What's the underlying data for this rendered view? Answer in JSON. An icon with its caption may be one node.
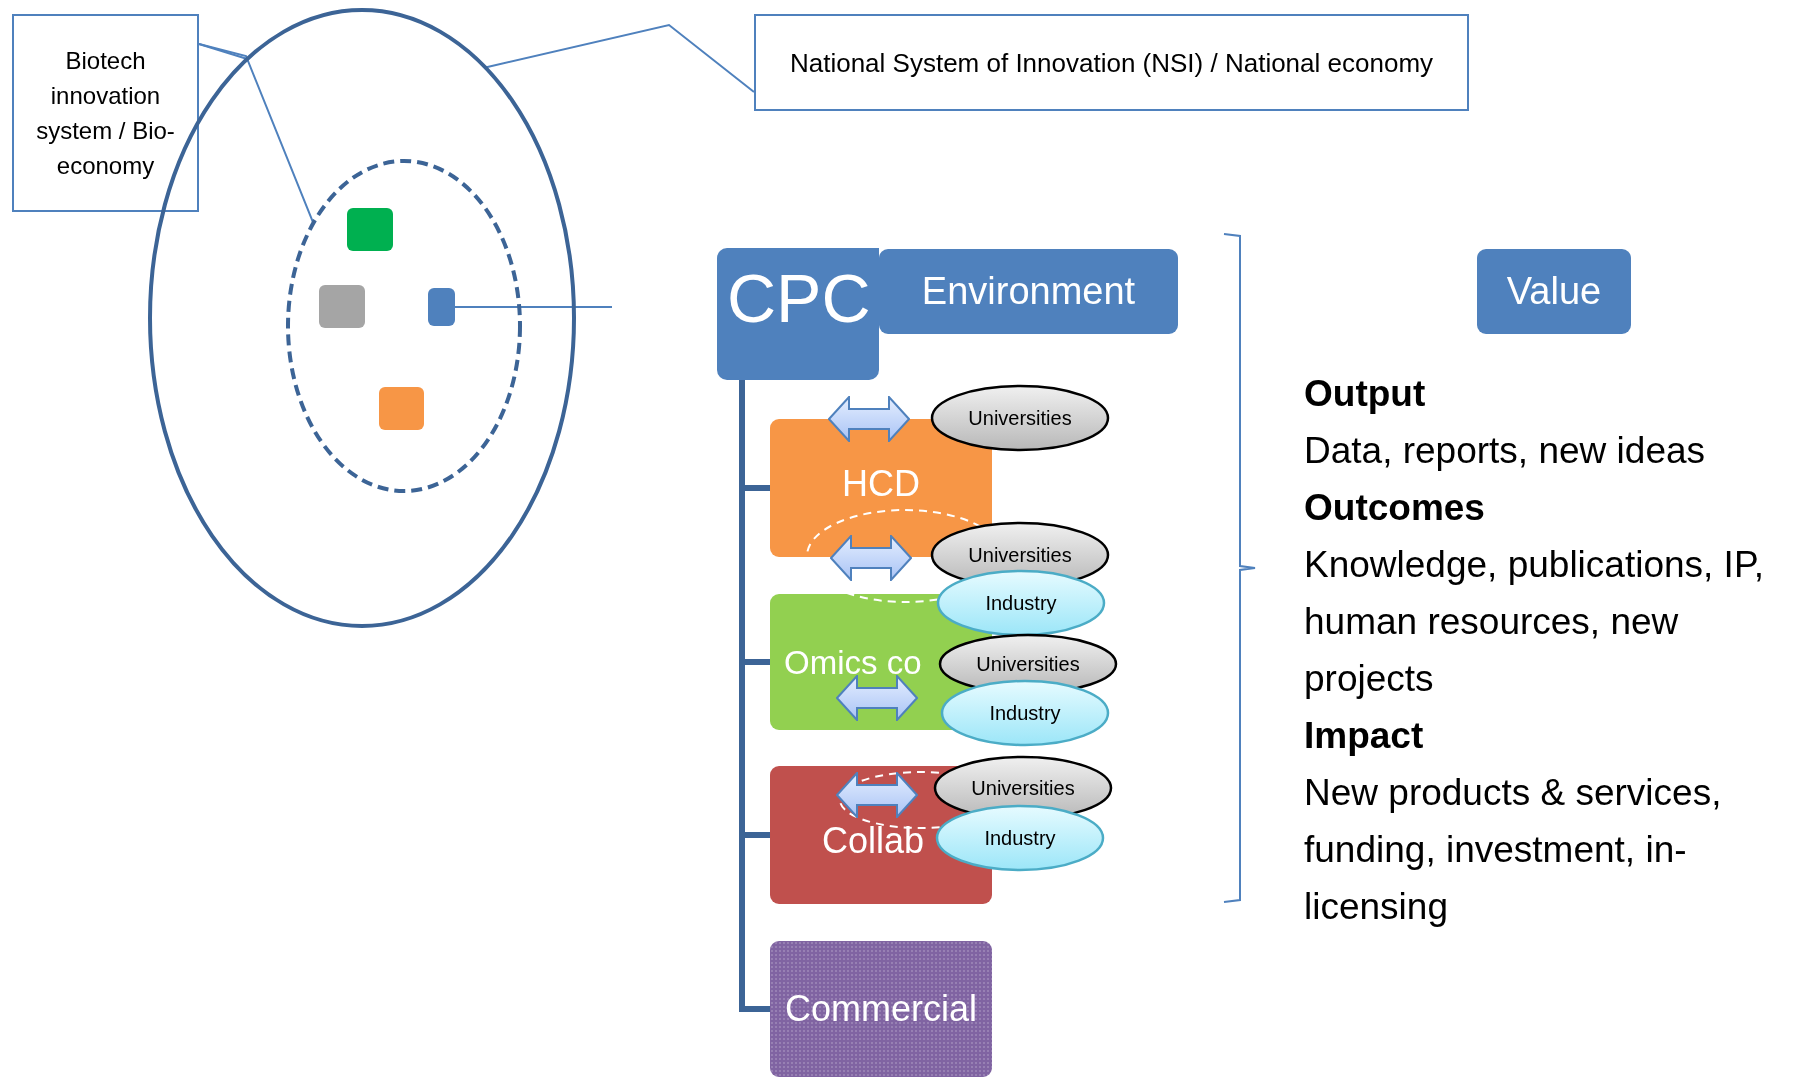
{
  "diagram": {
    "nodes": [
      {
        "text": [
          "Biotech innovation system / Bio-economy"
        ]
      },
      {
        "text": [
          "National System of Innovation (NSI) / National economy"
        ]
      },
      {
        "text": [],
        "shape": "circle"
      },
      {
        "text": [],
        "shape": "circle",
        "in": 2
      },
      {
        "text": [],
        "shape": "box",
        "in": 3
      },
      {
        "text": [],
        "shape": "box",
        "in": 3
      },
      {
        "text": [],
        "shape": "box",
        "in": 3
      },
      {
        "text": [],
        "shape": "box",
        "in": 3
      },
      {
        "text": [
          "CPC"
        ]
      },
      {
        "text": [
          "Environment"
        ]
      },
      {
        "text": [
          "Value"
        ]
      },
      {
        "text": [
          "HCD"
        ]
      },
      {
        "text": [
          "Omics co"
        ]
      },
      {
        "text": [
          "Collab"
        ]
      },
      {
        "text": [
          "Commercial"
        ]
      },
      {
        "text": [
          "Universities"
        ]
      },
      {
        "text": [
          "Universities"
        ]
      },
      {
        "text": [
          "Industry"
        ]
      },
      {
        "text": [
          "Universities"
        ]
      },
      {
        "text": [
          "Industry"
        ]
      },
      {
        "text": [
          "Universities"
        ]
      },
      {
        "text": [
          "Industry"
        ]
      }
    ],
    "edges": [
      {
        "from": 0,
        "to": 2,
        "arrow": "none"
      },
      {
        "from": 0,
        "to": 3,
        "arrow": "none"
      },
      {
        "from": 2,
        "to": 1,
        "arrow": "none"
      },
      {
        "from": 6,
        "to": null,
        "arrow": "none"
      },
      {
        "from": 8,
        "to": 11,
        "arrow": "none",
        "style": "thick",
        "color": "#3c6496"
      },
      {
        "from": 8,
        "to": 12,
        "arrow": "none",
        "style": "thick",
        "color": "#3c6496"
      },
      {
        "from": 8,
        "to": 13,
        "arrow": "none",
        "style": "thick",
        "color": "#3c6496"
      },
      {
        "from": 8,
        "to": 14,
        "arrow": "none",
        "style": "thick",
        "color": "#3c6496"
      }
    ],
    "labels": [
      "Output",
      "Data, reports, new ideas",
      "Outcomes",
      "Knowledge, publications, IP, human resources, new projects",
      "Impact",
      "New products & services, funding, investment, in-licensing"
    ]
  }
}
